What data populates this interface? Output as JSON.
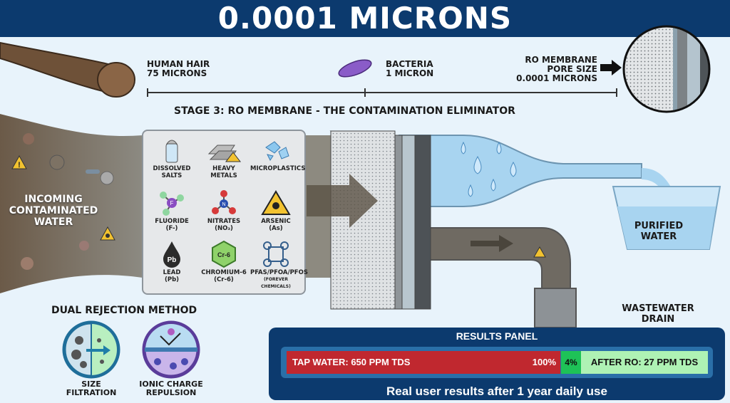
{
  "header": {
    "title": "0.0001 MICRONS",
    "bg_color": "#0c3a6e"
  },
  "scale": {
    "items": [
      {
        "label_line1": "HUMAN HAIR",
        "label_line2": "75 MICRONS",
        "icon": "hair-strand-icon"
      },
      {
        "label_line1": "BACTERIA",
        "label_line2": "1 MICRON",
        "icon": "bacteria-icon"
      },
      {
        "label_line1": "RO MEMBRANE",
        "label_line2": "PORE SIZE",
        "label_line3": "0.0001 MICRONS",
        "icon": "membrane-magnified-icon"
      }
    ]
  },
  "stage": {
    "title": "STAGE 3: RO MEMBRANE - THE CONTAMINATION ELIMINATOR"
  },
  "incoming": {
    "line1": "INCOMING",
    "line2": "CONTAMINATED",
    "line3": "WATER"
  },
  "contaminants": [
    {
      "name": "DISSOLVED",
      "sub": "SALTS",
      "icon": "salt-shaker-icon"
    },
    {
      "name": "HEAVY",
      "sub": "METALS",
      "icon": "metal-bars-icon"
    },
    {
      "name": "MICROPLASTICS",
      "sub": "",
      "icon": "microplastics-icon"
    },
    {
      "name": "FLUORIDE",
      "sub": "(F-)",
      "icon": "fluoride-molecule-icon"
    },
    {
      "name": "NITRATES",
      "sub": "(NO₃)",
      "icon": "nitrate-molecule-icon"
    },
    {
      "name": "ARSENIC",
      "sub": "(As)",
      "icon": "toxic-warning-icon"
    },
    {
      "name": "LEAD",
      "sub": "(Pb)",
      "icon": "lead-drop-icon",
      "symbol": "Pb"
    },
    {
      "name": "CHROMIUM-6",
      "sub": "(Cr-6)",
      "icon": "chromium-hexagon-icon",
      "symbol": "Cr-6"
    },
    {
      "name": "PFAS/PFOA/PFOS",
      "sub": "(FOREVER CHEMICALS)",
      "icon": "pfas-network-icon"
    }
  ],
  "outputs": {
    "purified": {
      "line1": "PURIFIED",
      "line2": "WATER"
    },
    "waste": {
      "line1": "WASTEWATER",
      "line2": "DRAIN"
    }
  },
  "dual_rejection": {
    "title": "DUAL REJECTION METHOD",
    "methods": [
      {
        "line1": "SIZE",
        "line2": "FILTRATION",
        "icon": "size-filtration-icon"
      },
      {
        "line1": "IONIC CHARGE",
        "line2": "REPULSION",
        "icon": "ionic-repulsion-icon"
      }
    ]
  },
  "results": {
    "title": "RESULTS PANEL",
    "tap_label": "TAP WATER: 650 PPM TDS",
    "tap_percent": "100%",
    "ro_percent": "4%",
    "ro_label": "AFTER RO: 27 PPM TDS",
    "footer": "Real user results after 1 year daily use",
    "colors": {
      "tap": "#c0282f",
      "ro_pct": "#1ec257",
      "ro": "#aef2b4"
    }
  }
}
